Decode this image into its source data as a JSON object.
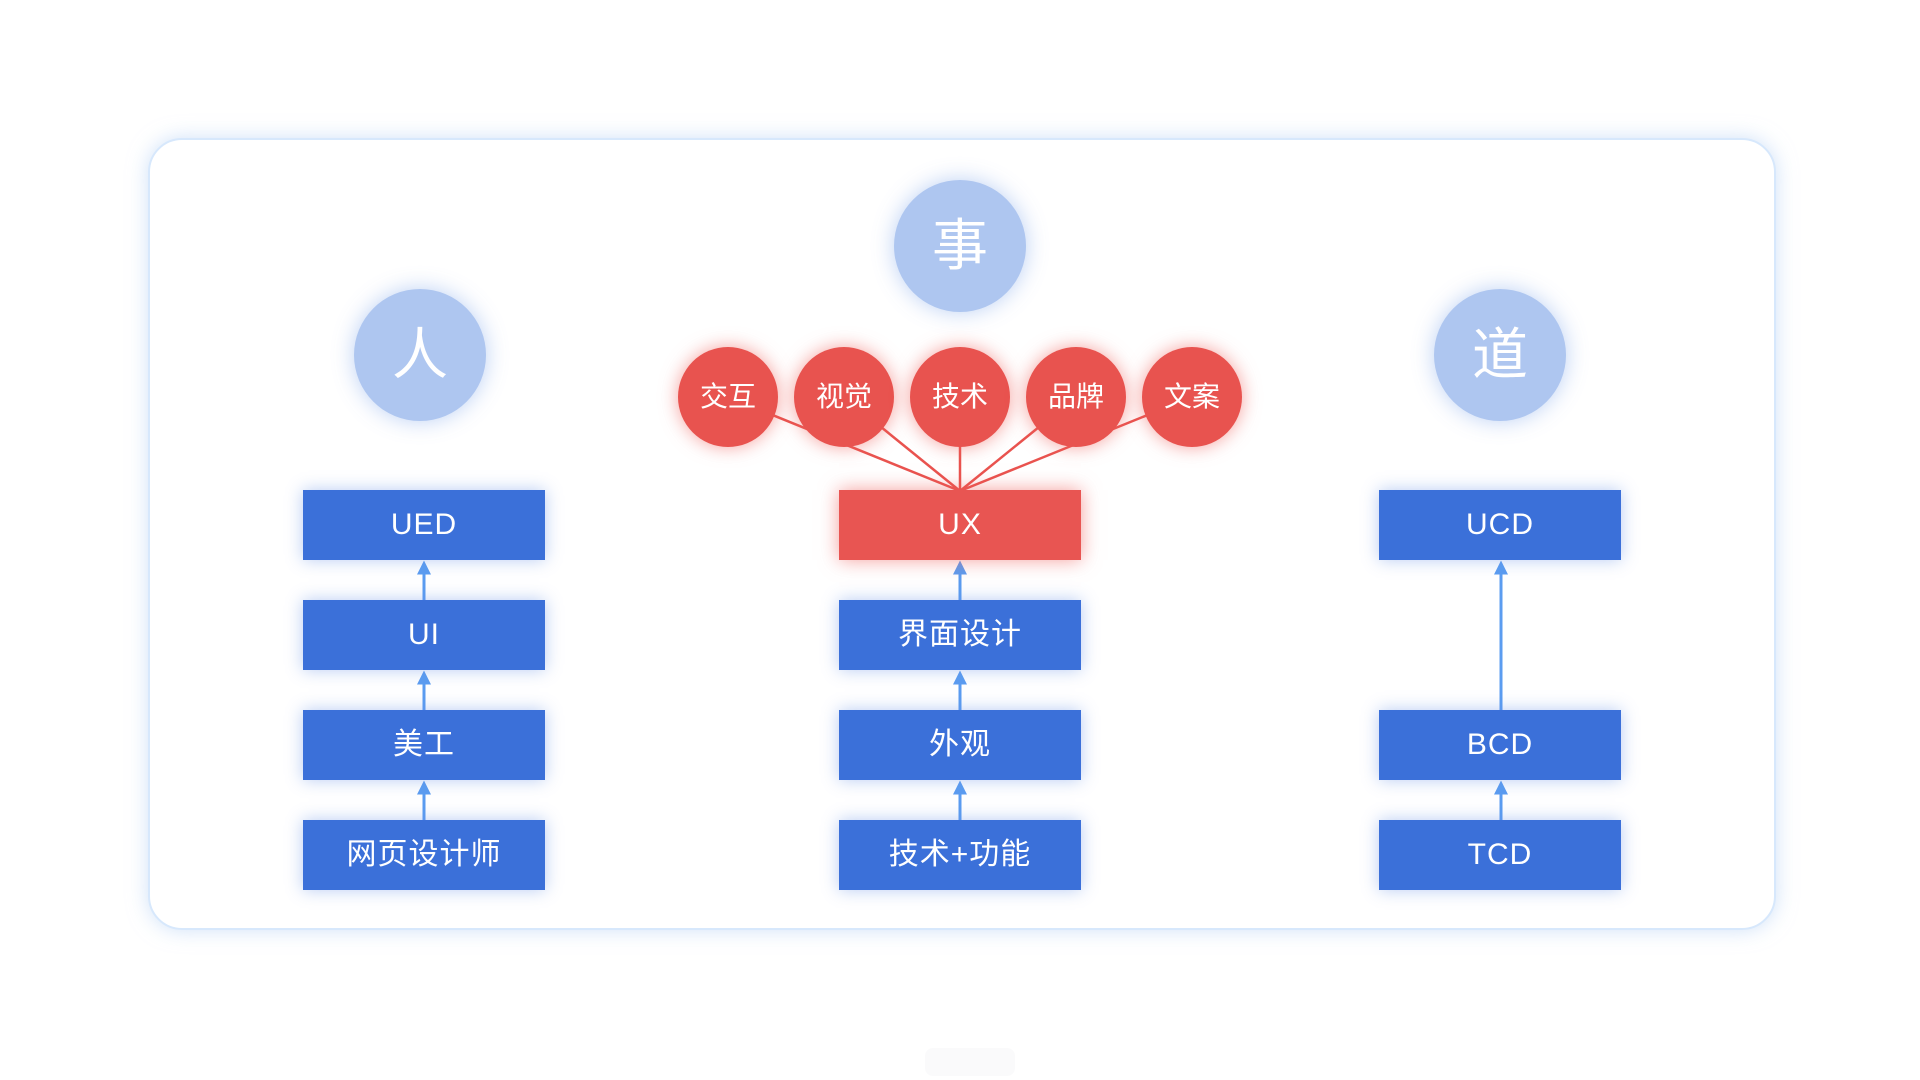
{
  "diagram": {
    "title_concepts": [
      {
        "label": "人"
      },
      {
        "label": "事"
      },
      {
        "label": "道"
      }
    ],
    "ux_factors": [
      {
        "label": "交互"
      },
      {
        "label": "视觉"
      },
      {
        "label": "技术"
      },
      {
        "label": "品牌"
      },
      {
        "label": "文案"
      }
    ],
    "columns": {
      "left": {
        "boxes": [
          {
            "label": "UED"
          },
          {
            "label": "UI"
          },
          {
            "label": "美工"
          },
          {
            "label": "网页设计师"
          }
        ]
      },
      "center": {
        "boxes": [
          {
            "label": "UX"
          },
          {
            "label": "界面设计"
          },
          {
            "label": "外观"
          },
          {
            "label": "技术+功能"
          }
        ]
      },
      "right": {
        "boxes": [
          {
            "label": "UCD"
          },
          {
            "label": "BCD"
          },
          {
            "label": "TCD"
          }
        ]
      }
    },
    "colors": {
      "box_blue": "#3b70d9",
      "accent_red": "#e8534f",
      "concept_circle_blue": "#aec6f0",
      "arrow_blue": "#5b9cf0",
      "card_border": "#d7e8fc",
      "text": "#ffffff"
    }
  }
}
